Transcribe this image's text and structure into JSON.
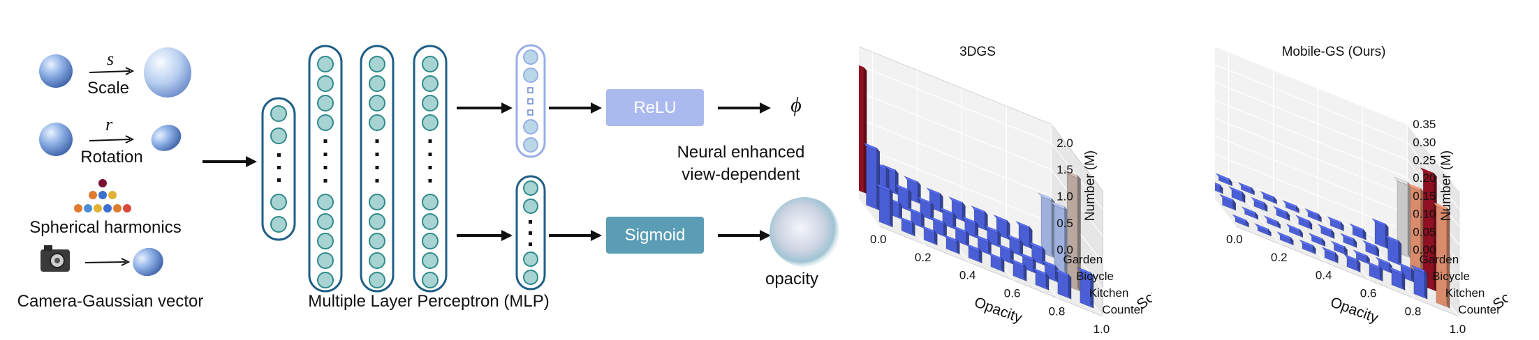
{
  "inputs": {
    "scale_symbol": "s",
    "scale_label": "Scale",
    "rotation_symbol": "r",
    "rotation_label": "Rotation",
    "sh_label": "Spherical harmonics",
    "camera_label": "Camera-Gaussian vector"
  },
  "mlp": {
    "label": "Multiple Layer Perceptron (MLP)"
  },
  "outputs": {
    "relu_label": "ReLU",
    "sigmoid_label": "Sigmoid",
    "phi_symbol": "ϕ",
    "neural_line1": "Neural enhanced",
    "neural_line2": "view-dependent",
    "opacity_label": "opacity"
  },
  "colors": {
    "node_fill": "#a8d3d3",
    "node_stroke": "#2f8a8a",
    "column_border": "#1f5f86",
    "relu_box": "#aab9ee",
    "sigmoid_box": "#5b9db5",
    "counter_bar": "#4a5fd6",
    "garden_bar": "#9fb0dd",
    "garden_3dgs_bar": "#b8a8a0",
    "red_bar": "#8e1022",
    "orange_bar": "#d98b6c",
    "grey_bar": "#c9c9c9"
  },
  "chart_data": [
    {
      "type": "bar3d",
      "title": "3DGS",
      "xlabel": "Opacity",
      "ylabel": "Scene",
      "zlabel": "Number (M)",
      "x_ticks": [
        "0.0",
        "0.2",
        "0.4",
        "0.6",
        "0.8",
        "1.0"
      ],
      "z_ticks": [
        "0.0",
        "0.5",
        "1.0",
        "1.5",
        "2.0"
      ],
      "zlim": [
        0,
        2.35
      ],
      "categories": [
        "Counter",
        "Kitchen",
        "Bicycle",
        "Garden"
      ],
      "opacity_bins": [
        0.05,
        0.15,
        0.25,
        0.35,
        0.45,
        0.55,
        0.65,
        0.75,
        0.85,
        0.95
      ],
      "series": [
        {
          "name": "Counter",
          "values": [
            0.65,
            0.2,
            0.2,
            0.2,
            0.2,
            0.2,
            0.25,
            0.25,
            0.4,
            0.6
          ]
        },
        {
          "name": "Kitchen",
          "values": [
            1.1,
            0.25,
            0.22,
            0.22,
            0.22,
            0.22,
            0.22,
            0.22,
            0.25,
            2.1
          ]
        },
        {
          "name": "Bicycle",
          "values": [
            2.3,
            0.6,
            0.35,
            0.28,
            0.25,
            0.25,
            0.25,
            0.25,
            0.28,
            1.2
          ]
        },
        {
          "name": "Garden",
          "values": [
            2.0,
            0.6,
            0.4,
            0.35,
            0.3,
            0.3,
            0.3,
            0.3,
            0.35,
            1.05
          ]
        }
      ]
    },
    {
      "type": "bar3d",
      "title": "Mobile-GS (Ours)",
      "xlabel": "Opacity",
      "ylabel": "Scene",
      "zlabel": "Number (M)",
      "x_ticks": [
        "0.0",
        "0.2",
        "0.4",
        "0.6",
        "0.8",
        "1.0"
      ],
      "z_ticks": [
        "0.00",
        "0.05",
        "0.10",
        "0.15",
        "0.20",
        "0.25",
        "0.30",
        "0.35"
      ],
      "zlim": [
        0,
        0.35
      ],
      "categories": [
        "Counter",
        "Kitchen",
        "Bicycle",
        "Garden"
      ],
      "opacity_bins": [
        0.05,
        0.15,
        0.25,
        0.35,
        0.45,
        0.55,
        0.65,
        0.75,
        0.85,
        0.95
      ],
      "series": [
        {
          "name": "Counter",
          "values": [
            0.01,
            0.01,
            0.012,
            0.015,
            0.02,
            0.025,
            0.03,
            0.04,
            0.07,
            0.27
          ]
        },
        {
          "name": "Kitchen",
          "values": [
            0.02,
            0.01,
            0.01,
            0.012,
            0.012,
            0.015,
            0.015,
            0.02,
            0.03,
            0.32
          ]
        },
        {
          "name": "Bicycle",
          "values": [
            0.015,
            0.02,
            0.015,
            0.015,
            0.015,
            0.015,
            0.015,
            0.02,
            0.06,
            0.23
          ]
        },
        {
          "name": "Garden",
          "values": [
            0.02,
            0.01,
            0.01,
            0.01,
            0.01,
            0.012,
            0.015,
            0.02,
            0.06,
            0.2
          ]
        }
      ]
    }
  ]
}
